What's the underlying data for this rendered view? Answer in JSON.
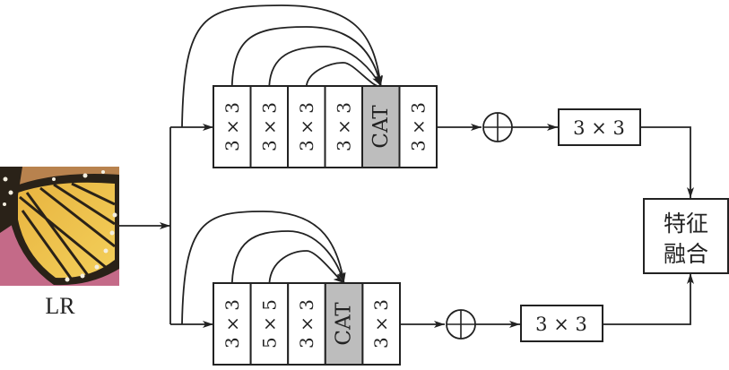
{
  "input": {
    "label": "LR",
    "image_description": "butterfly-wing-patch"
  },
  "colors": {
    "line": "#222222",
    "cell_fill": "#ffffff",
    "cat_fill": "#bdbdbd"
  },
  "branches": [
    {
      "name": "upper-branch",
      "cells": [
        "3 × 3",
        "3 × 3",
        "3 × 3",
        "3 × 3",
        "CAT",
        "3 × 3"
      ],
      "cat_index": 4,
      "skip_sources": [
        "branch-input",
        "cell-0",
        "cell-1",
        "cell-2"
      ],
      "add_symbol": "⊕",
      "post_conv": "3 × 3"
    },
    {
      "name": "lower-branch",
      "cells": [
        "3 × 3",
        "5 × 5",
        "3 × 3",
        "CAT",
        "3 × 3"
      ],
      "cat_index": 3,
      "skip_sources": [
        "branch-input",
        "cell-0",
        "cell-1"
      ],
      "add_symbol": "⊕",
      "post_conv": "3 × 3"
    }
  ],
  "fusion": {
    "line1": "特征",
    "line2": "融合"
  }
}
